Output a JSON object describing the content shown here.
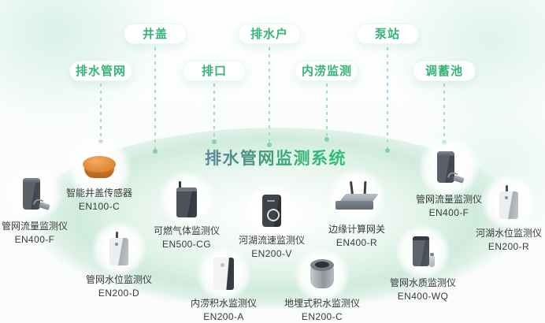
{
  "title": "排水管网监测系统",
  "tags": {
    "row1": [
      {
        "label": "井盖"
      },
      {
        "label": "排水户"
      },
      {
        "label": "泵站"
      }
    ],
    "row2": [
      {
        "label": "排水管网"
      },
      {
        "label": "排口"
      },
      {
        "label": "内涝监测"
      },
      {
        "label": "调蓄池"
      }
    ]
  },
  "devices": [
    {
      "name": "管网流量监测仪",
      "model": "EN400-F",
      "icon": "flow-meter-icon"
    },
    {
      "name": "智能井盖传感器",
      "model": "EN100-C",
      "icon": "manhole-sensor-icon"
    },
    {
      "name": "管网水位监测仪",
      "model": "EN200-D",
      "icon": "level-meter-icon"
    },
    {
      "name": "可燃气体监测仪",
      "model": "EN500-CG",
      "icon": "gas-detector-icon"
    },
    {
      "name": "内涝积水监测仪",
      "model": "EN200-A",
      "icon": "flood-meter-icon"
    },
    {
      "name": "河湖流速监测仪",
      "model": "EN200-V",
      "icon": "velocity-meter-icon"
    },
    {
      "name": "地埋式积水监测仪",
      "model": "EN200-C",
      "icon": "buried-meter-icon"
    },
    {
      "name": "边缘计算网关",
      "model": "EN400-R",
      "icon": "gateway-icon"
    },
    {
      "name": "管网水质监测仪",
      "model": "EN400-WQ",
      "icon": "water-quality-icon"
    },
    {
      "name": "管网流量监测仪",
      "model": "EN400-F",
      "icon": "flow-meter-icon"
    },
    {
      "name": "河湖水位监测仪",
      "model": "EN200-R",
      "icon": "level-meter-icon"
    }
  ],
  "colors": {
    "accent_green": "#35b478",
    "title_gradient_start": "#5e86a4",
    "title_gradient_end": "#2fbf78",
    "platform_green": "#d0ebde",
    "connector_green": "#a9dcc5",
    "manhole_orange": "#e18a37",
    "label_text": "#3a3a3a"
  }
}
